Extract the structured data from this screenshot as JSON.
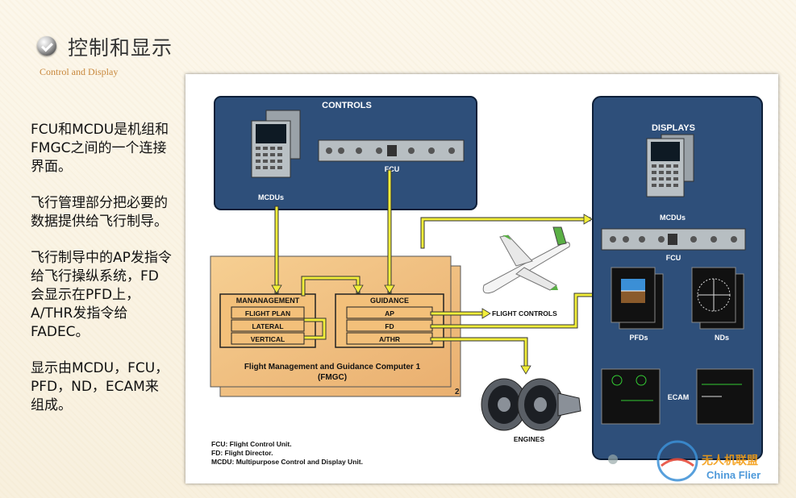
{
  "slide": {
    "title": "控制和显示",
    "subtitle": "Control and Display",
    "paragraphs": [
      "FCU和MCDU是机组和FMGC之间的一个连接界面。",
      "飞行管理部分把必要的数据提供给飞行制导。",
      "飞行制导中的AP发指令给飞行操纵系统，FD会显示在PFD上，A/THR发指令给FADEC。",
      "显示由MCDU，FCU，PFD，ND，ECAM来组成。"
    ]
  },
  "diagram": {
    "controls_title": "CONTROLS",
    "mcdus_label": "MCDUs",
    "fcu_label": "FCU",
    "management_title": "MANANAGEMENT",
    "management_items": [
      "FLIGHT PLAN",
      "LATERAL",
      "VERTICAL"
    ],
    "guidance_title": "GUIDANCE",
    "guidance_items": [
      "AP",
      "FD",
      "A/THR"
    ],
    "fmgc_title_line1": "Flight Management and Guidance Computer 1",
    "fmgc_title_line2": "(FMGC)",
    "fmgc_number": "2",
    "flight_controls_label": "FLIGHT CONTROLS",
    "engines_label": "ENGINES",
    "displays_title": "DISPLAYS",
    "displays_mcdus_label": "MCDUs",
    "displays_fcu_label": "FCU",
    "pfds_label": "PFDs",
    "nds_label": "NDs",
    "ecam_label": "ECAM",
    "legend": [
      "FCU: Flight Control Unit.",
      "FD: Flight Director.",
      "MCDU: Multipurpose Control and Display Unit."
    ],
    "colors": {
      "panel": "#2e4f7a",
      "fmgc": "#f3c07a",
      "arrow": "#f2ee3a"
    }
  },
  "watermark": {
    "text_cn": "无人机联盟",
    "text_en": "China Flier"
  }
}
